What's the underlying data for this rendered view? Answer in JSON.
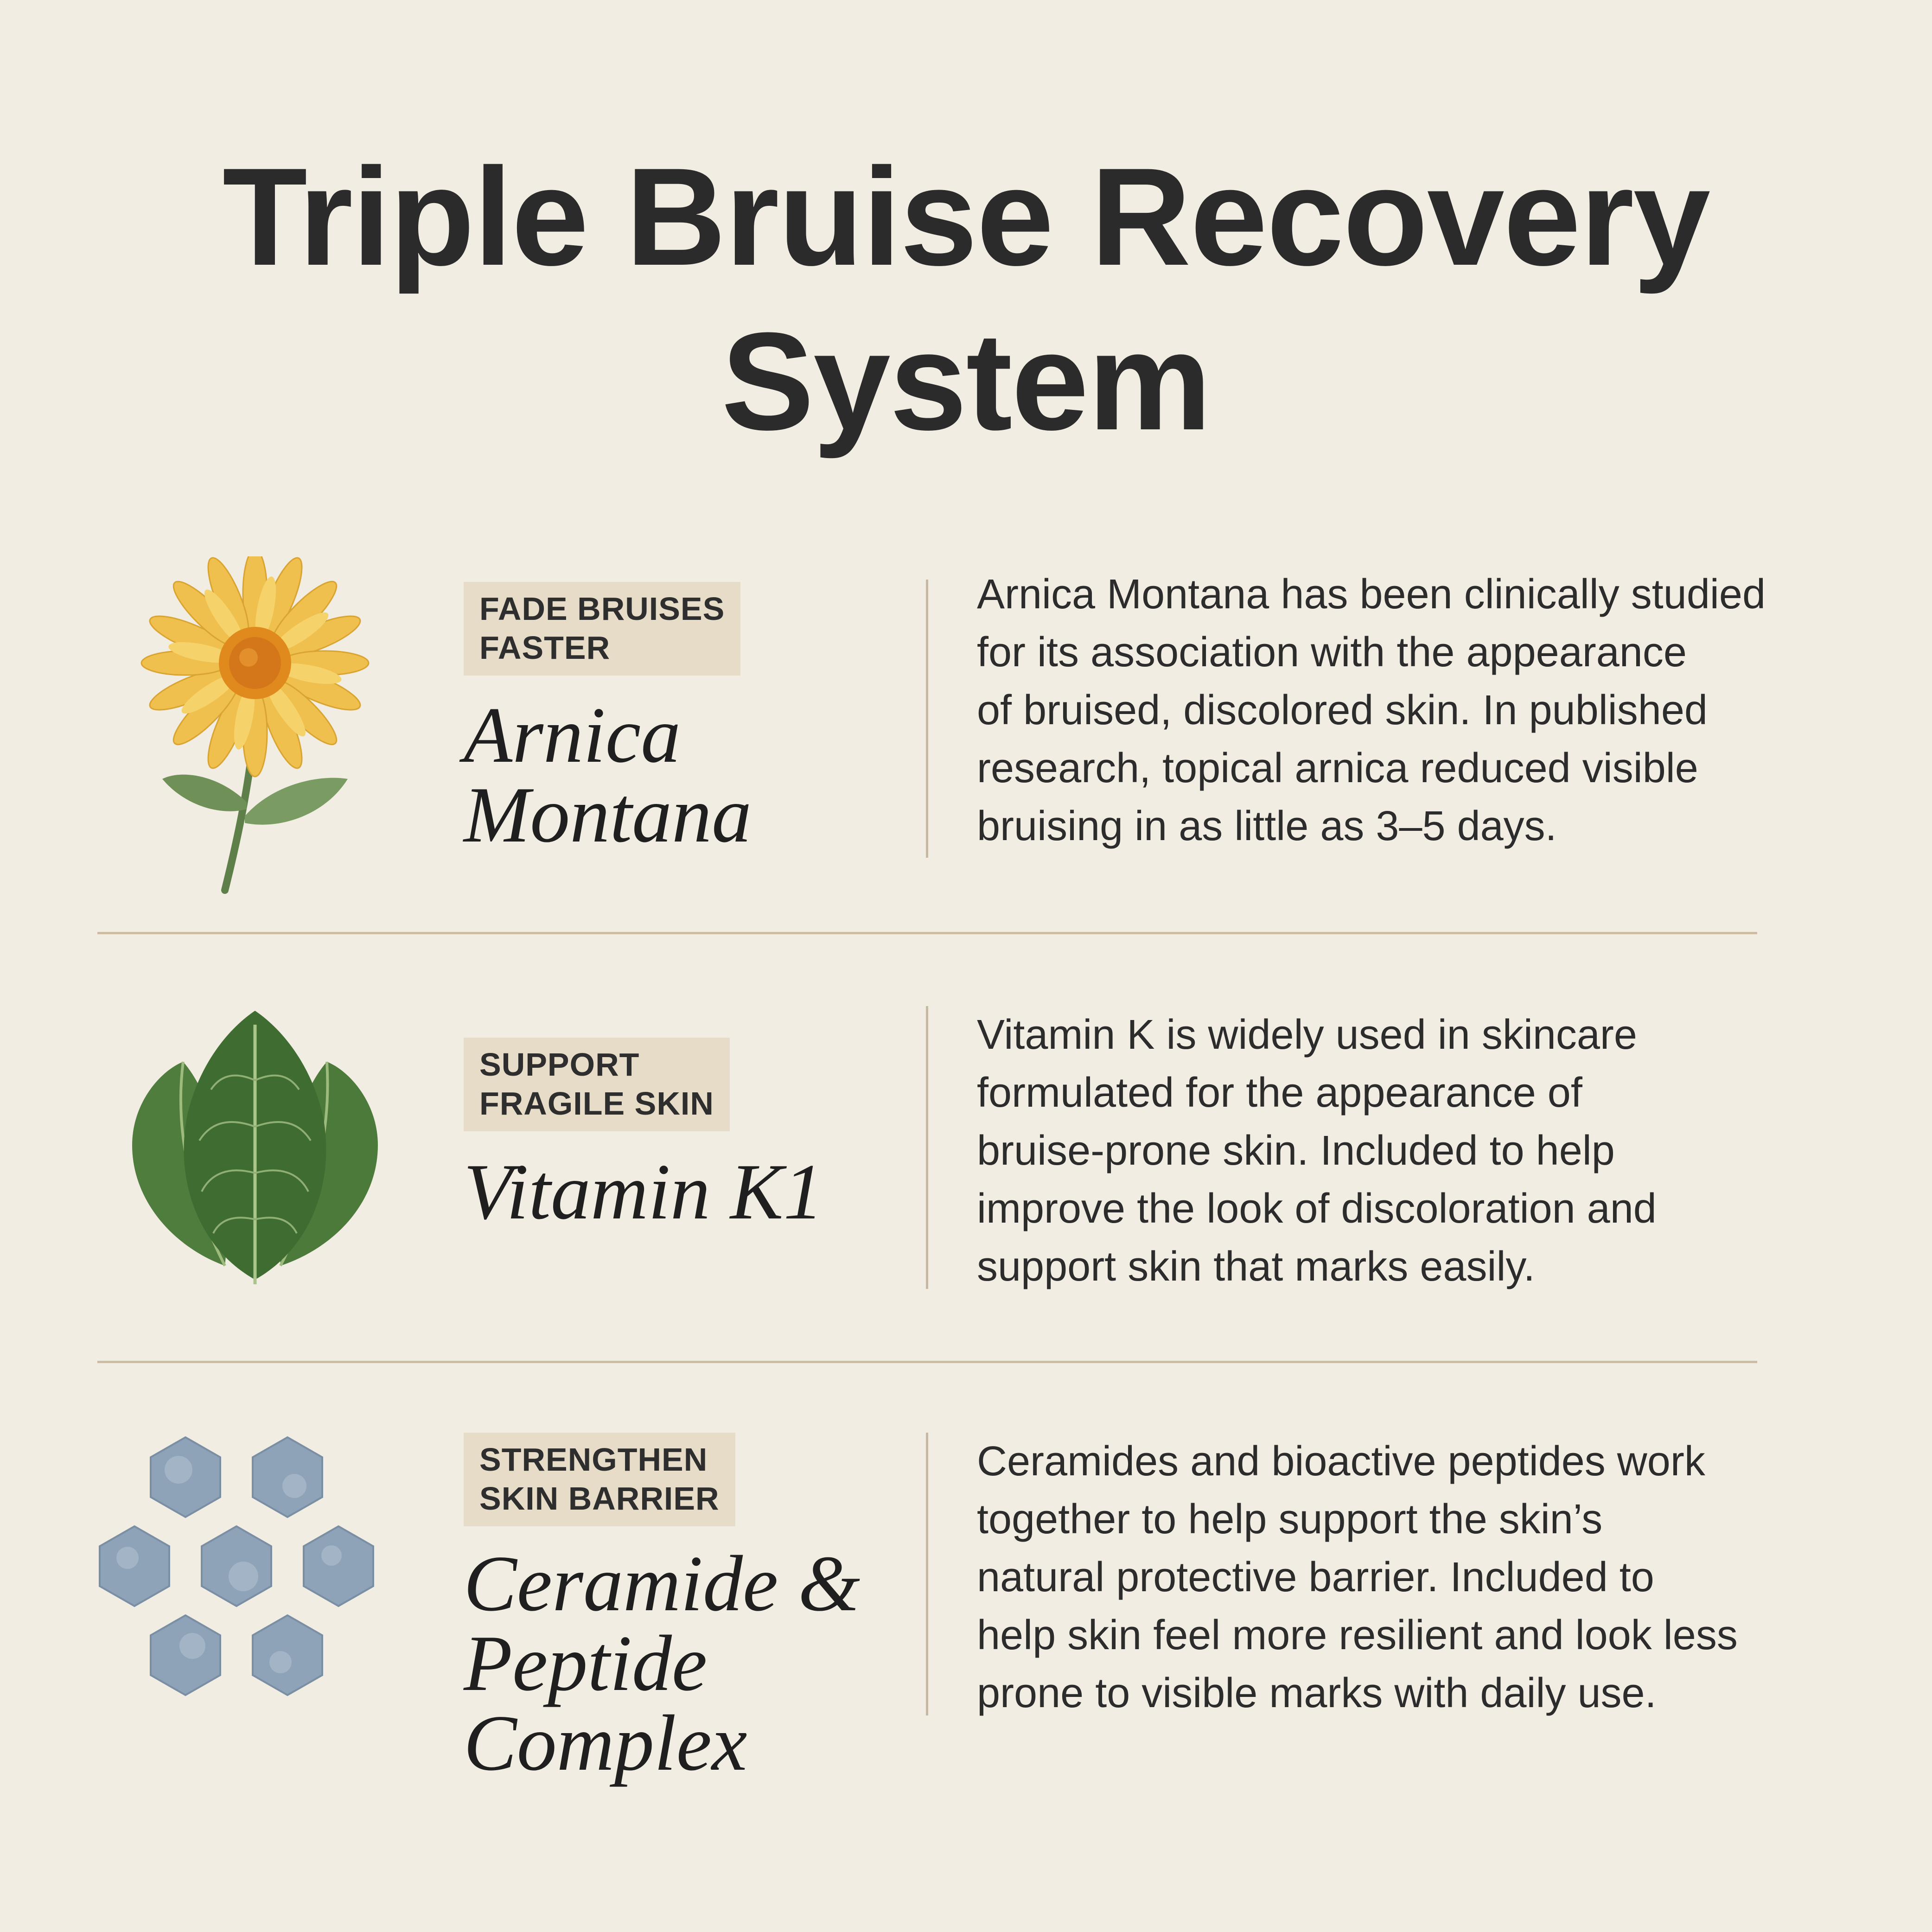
{
  "title": {
    "line1": "Triple Bruise Recovery",
    "line2": "System"
  },
  "colors": {
    "background": "#f2ede2",
    "badge": "#e6dcc8",
    "divider": "#cdbca2",
    "text": "#2b2b2b"
  },
  "rows": [
    {
      "icon": "arnica-flower-icon",
      "badge": [
        "FADE BRUISES",
        "FASTER"
      ],
      "ingredient": [
        "Arnica",
        "Montana"
      ],
      "description": [
        "Arnica Montana has been clinically studied",
        "for its association with the appearance",
        "of bruised, discolored skin. In published",
        "research, topical arnica reduced visible",
        "bruising in as little as 3–5 days."
      ]
    },
    {
      "icon": "leaves-icon",
      "badge": [
        "SUPPORT",
        "FRAGILE SKIN"
      ],
      "ingredient": [
        "Vitamin K1"
      ],
      "description": [
        "Vitamin K is widely used in skincare",
        "formulated for the appearance of",
        "bruise-prone skin. Included to help",
        "improve the look of discoloration and",
        "support skin that marks easily."
      ]
    },
    {
      "icon": "hexagon-cluster-icon",
      "badge": [
        "STRENGTHEN",
        "SKIN BARRIER"
      ],
      "ingredient": [
        "Ceramide &",
        "Peptide",
        "Complex"
      ],
      "description": [
        "Ceramides and bioactive peptides work",
        "together to help support the skin’s",
        "natural protective barrier. Included to",
        "help skin feel more resilient and look less",
        "prone to visible marks with daily use."
      ]
    }
  ]
}
